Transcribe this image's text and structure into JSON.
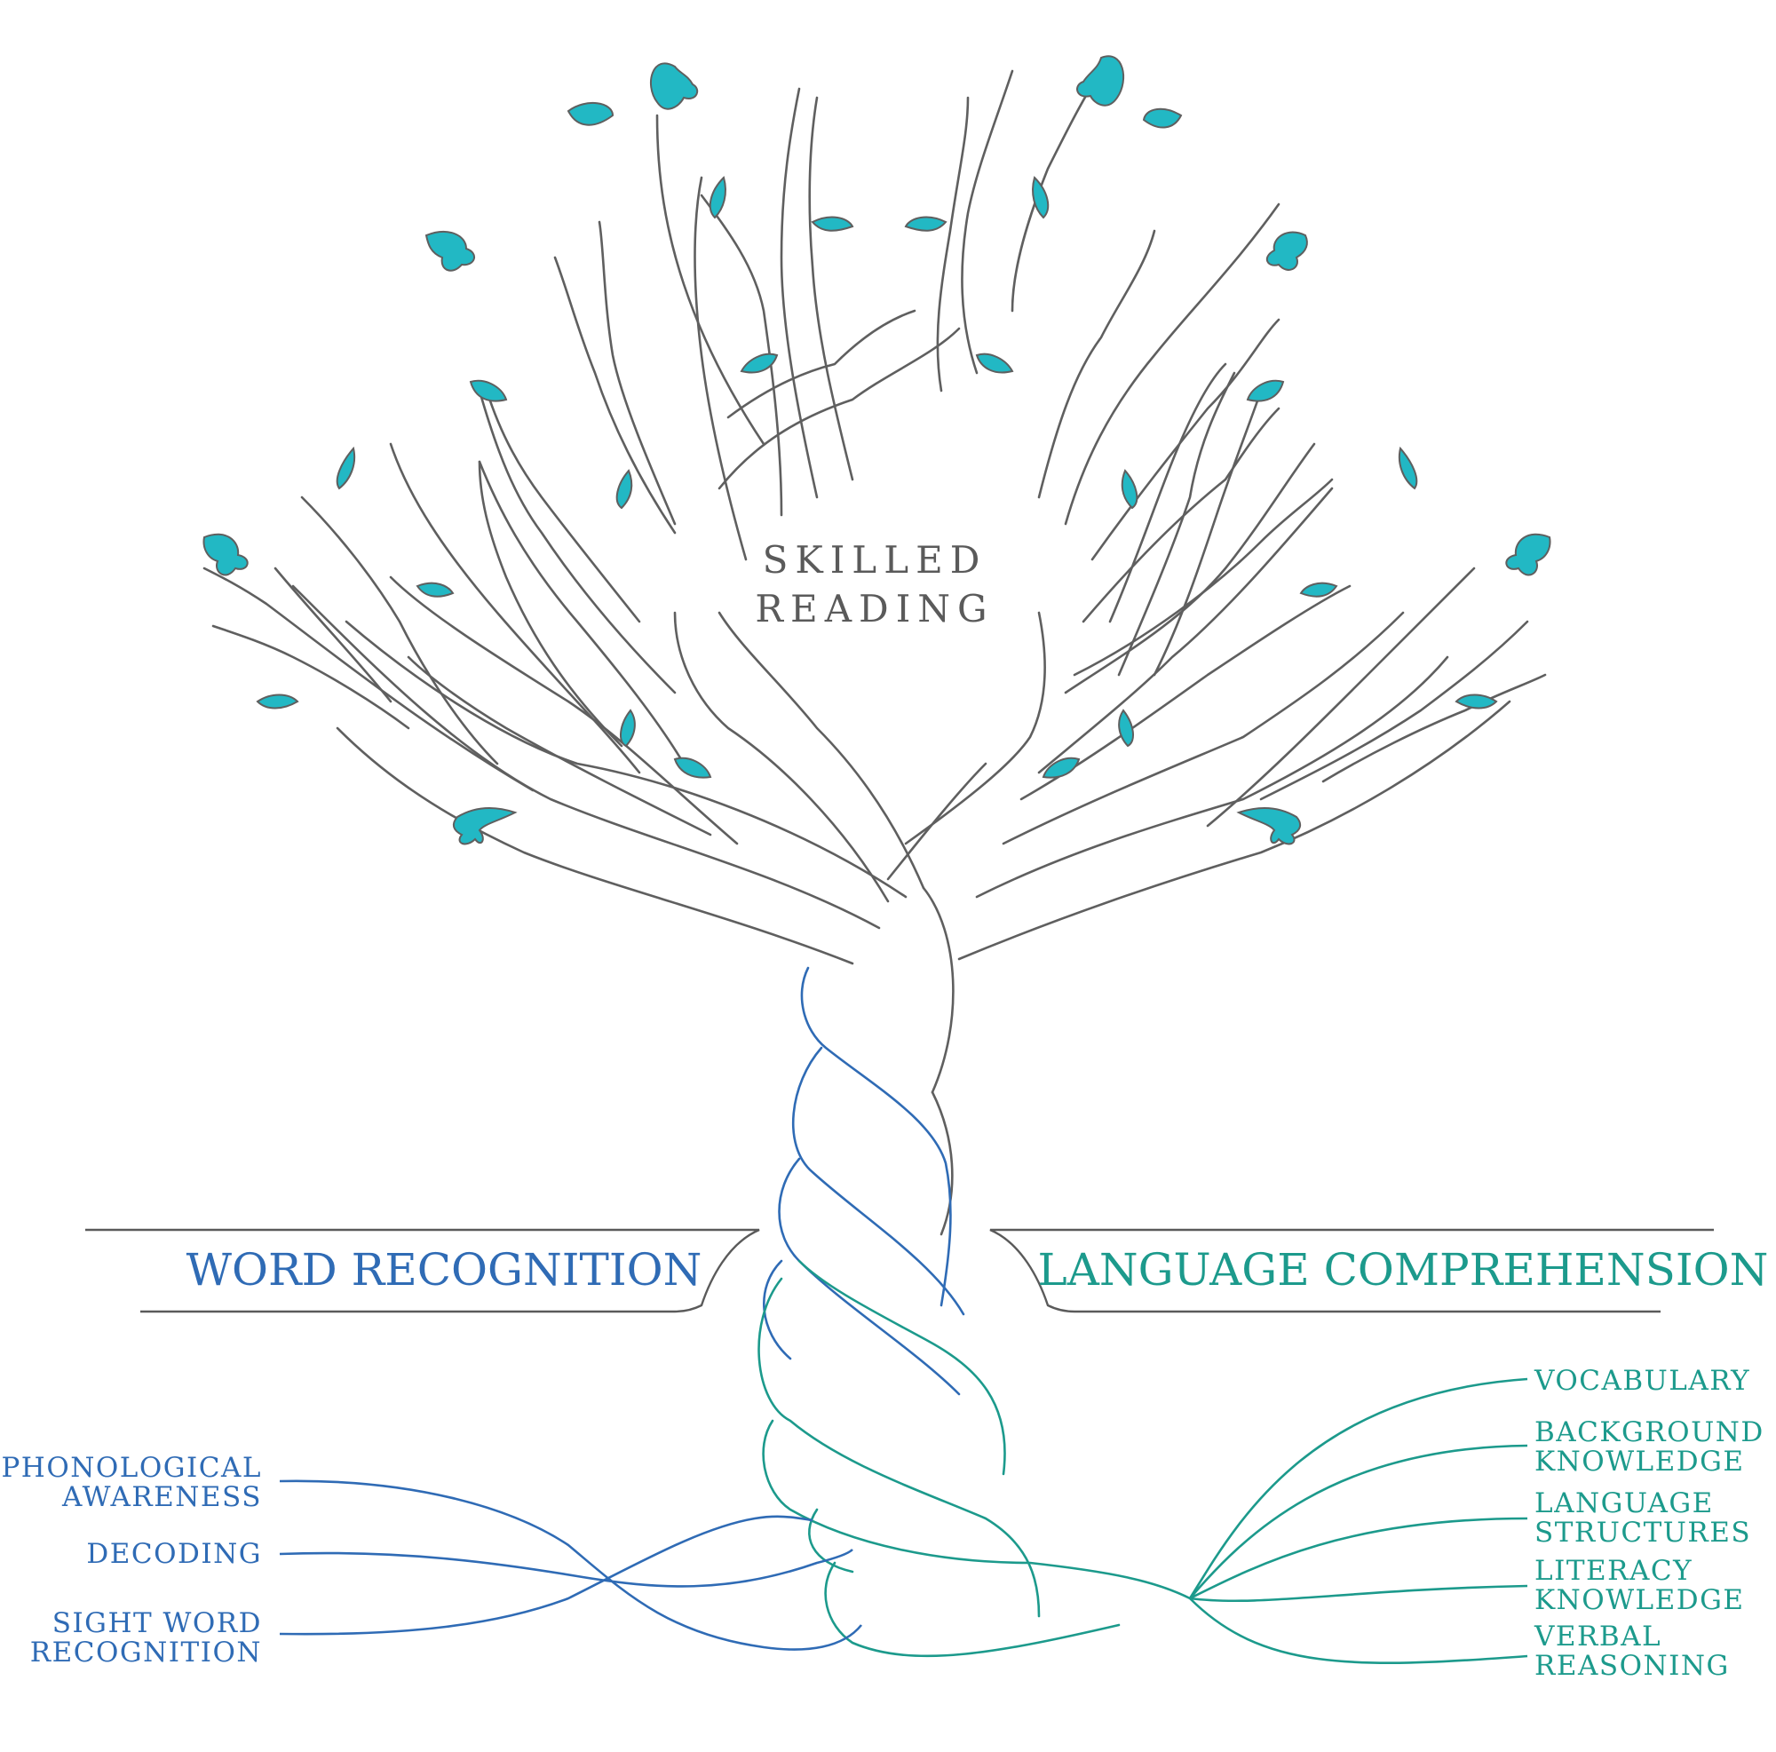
{
  "title": {
    "line1": "SKILLED",
    "line2": "READING"
  },
  "banners": {
    "left": "WORD RECOGNITION",
    "right": "LANGUAGE COMPREHENSION"
  },
  "word_recognition_strands": [
    {
      "line1": "PHONOLOGICAL",
      "line2": "AWARENESS"
    },
    {
      "line1": "DECODING",
      "line2": ""
    },
    {
      "line1": "SIGHT WORD",
      "line2": "RECOGNITION"
    }
  ],
  "language_comprehension_strands": [
    {
      "line1": "VOCABULARY",
      "line2": ""
    },
    {
      "line1": "BACKGROUND",
      "line2": "KNOWLEDGE"
    },
    {
      "line1": "LANGUAGE",
      "line2": "STRUCTURES"
    },
    {
      "line1": "LITERACY",
      "line2": "KNOWLEDGE"
    },
    {
      "line1": "VERBAL",
      "line2": "REASONING"
    }
  ],
  "colors": {
    "word_recognition": "#2f6bb5",
    "language_comprehension": "#1c9a8c",
    "tree_outline": "#5f5f5f",
    "leaf_fill": "#22b8c4"
  }
}
